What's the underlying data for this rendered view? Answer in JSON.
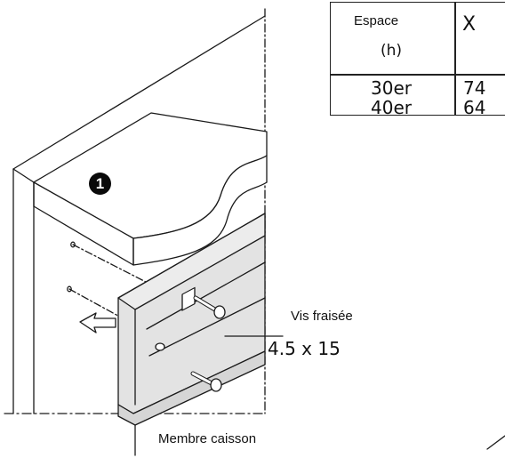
{
  "table": {
    "header_space": "Espace",
    "header_unit": "(h)",
    "header_x": "X",
    "rows": [
      {
        "space": "30er",
        "x": "74"
      },
      {
        "space": "40er",
        "x": "64"
      }
    ]
  },
  "step_number": "1",
  "callouts": {
    "screw_type": "Vis fraisée",
    "screw_size": "4.5 x 15",
    "member": "Membre caisson"
  },
  "colors": {
    "rail_fill": "#e3e3e3",
    "line": "#1a1a1a",
    "badge": "#0a0a0a"
  }
}
